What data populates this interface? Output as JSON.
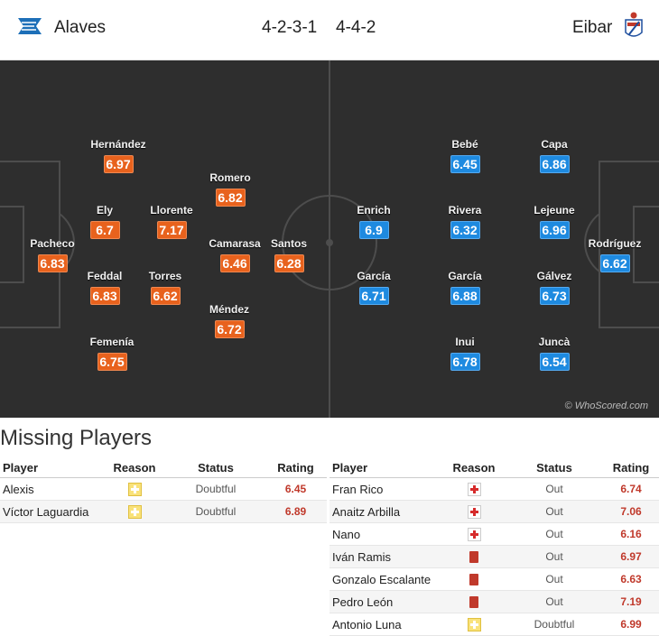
{
  "header": {
    "home_team": "Alaves",
    "away_team": "Eibar",
    "home_formation": "4-2-3-1",
    "away_formation": "4-4-2"
  },
  "pitch": {
    "watermark": "© WhoScored.com",
    "home_players": [
      {
        "name": "Pacheco",
        "rating": "6.83"
      },
      {
        "name": "Hernández",
        "rating": "6.97"
      },
      {
        "name": "Ely",
        "rating": "6.7"
      },
      {
        "name": "Feddal",
        "rating": "6.83"
      },
      {
        "name": "Femenía",
        "rating": "6.75"
      },
      {
        "name": "Llorente",
        "rating": "7.17"
      },
      {
        "name": "Torres",
        "rating": "6.62"
      },
      {
        "name": "Romero",
        "rating": "6.82"
      },
      {
        "name": "Camarasa",
        "rating": "6.46"
      },
      {
        "name": "Méndez",
        "rating": "6.72"
      },
      {
        "name": "Santos",
        "rating": "6.28"
      }
    ],
    "away_players": [
      {
        "name": "Enrich",
        "rating": "6.9"
      },
      {
        "name": "García",
        "rating": "6.71"
      },
      {
        "name": "Bebé",
        "rating": "6.45"
      },
      {
        "name": "Rivera",
        "rating": "6.32"
      },
      {
        "name": "García",
        "rating": "6.88"
      },
      {
        "name": "Inui",
        "rating": "6.78"
      },
      {
        "name": "Capa",
        "rating": "6.86"
      },
      {
        "name": "Lejeune",
        "rating": "6.96"
      },
      {
        "name": "Gálvez",
        "rating": "6.73"
      },
      {
        "name": "Juncà",
        "rating": "6.54"
      },
      {
        "name": "Rodríguez",
        "rating": "6.62"
      }
    ]
  },
  "missing": {
    "title": "Missing Players",
    "columns": {
      "player": "Player",
      "reason": "Reason",
      "status": "Status",
      "rating": "Rating"
    },
    "home": [
      {
        "player": "Alexis",
        "reason": "doubtful-icon",
        "status": "Doubtful",
        "rating": "6.45"
      },
      {
        "player": "Víctor Laguardia",
        "reason": "doubtful-icon",
        "status": "Doubtful",
        "rating": "6.89"
      }
    ],
    "away": [
      {
        "player": "Fran Rico",
        "reason": "injury-icon",
        "status": "Out",
        "rating": "6.74"
      },
      {
        "player": "Anaitz Arbilla",
        "reason": "injury-icon",
        "status": "Out",
        "rating": "7.06"
      },
      {
        "player": "Nano",
        "reason": "injury-icon",
        "status": "Out",
        "rating": "6.16"
      },
      {
        "player": "Iván Ramis",
        "reason": "red-card-icon",
        "status": "Out",
        "rating": "6.97"
      },
      {
        "player": "Gonzalo Escalante",
        "reason": "red-card-icon",
        "status": "Out",
        "rating": "6.63"
      },
      {
        "player": "Pedro León",
        "reason": "red-card-icon",
        "status": "Out",
        "rating": "7.19"
      },
      {
        "player": "Antonio Luna",
        "reason": "doubtful-icon",
        "status": "Doubtful",
        "rating": "6.99"
      }
    ]
  },
  "colors": {
    "home_rating": "#e8621d",
    "away_rating": "#1e8ae0",
    "pitch": "#2e2e2e"
  }
}
